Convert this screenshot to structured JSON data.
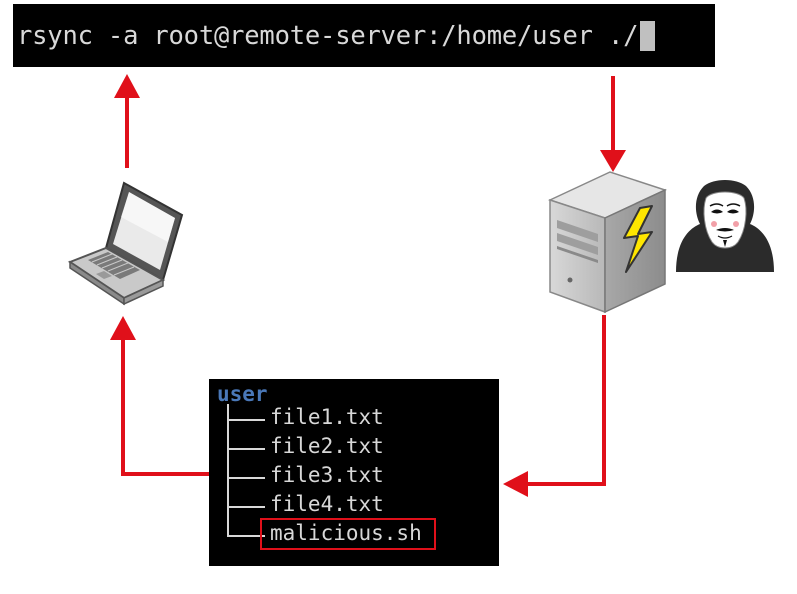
{
  "terminal": {
    "command": "rsync -a root@remote-server:/home/user ./"
  },
  "tree": {
    "root": "user",
    "items": [
      "file1.txt",
      "file2.txt",
      "file3.txt",
      "file4.txt",
      "malicious.sh"
    ],
    "highlighted_item": "malicious.sh"
  },
  "icons": {
    "laptop": "laptop-icon",
    "server": "server-icon",
    "attacker": "hacker-icon",
    "lightning": "lightning-icon"
  },
  "colors": {
    "arrow": "#e0101a",
    "highlight": "#e0101a",
    "tree_root": "#4a78b8",
    "terminal_bg": "#000000"
  }
}
